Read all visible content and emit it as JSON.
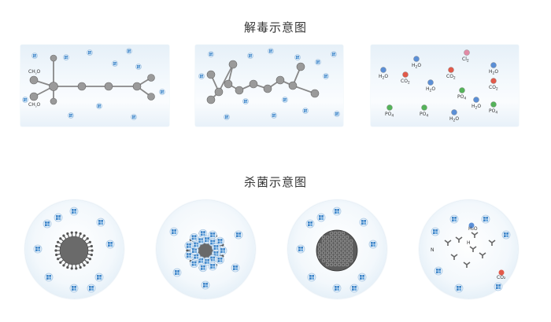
{
  "sections": {
    "detox_title": "解毒示意图",
    "sterilize_title": "杀菌示意图"
  },
  "panels": {
    "p1": {
      "labels": [
        "CH",
        "₃",
        "O",
        "CH",
        "₃",
        "O"
      ]
    },
    "p3": {
      "molecules": [
        {
          "base": "H",
          "sub": "2",
          "tail": "O",
          "color": "#5b8fd6"
        },
        {
          "base": "Cl",
          "sub": "2",
          "tail": "",
          "color": "#e28aa6"
        },
        {
          "base": "CO",
          "sub": "2",
          "tail": "",
          "color": "#e25a4a"
        },
        {
          "base": "PO",
          "sub": "4",
          "tail": "",
          "color": "#55b35a"
        }
      ]
    }
  },
  "circles": {
    "c4": {
      "labels": [
        "H₂O",
        "CO₂",
        "N",
        "H"
      ]
    }
  },
  "colors": {
    "water_blue": "#3f86c9",
    "virus_gray": "#6a6a6a",
    "panel_bg": "#e6f0f8"
  },
  "icons": [
    "water-molecule-icon",
    "virus-icon",
    "molecule-chain-icon"
  ]
}
